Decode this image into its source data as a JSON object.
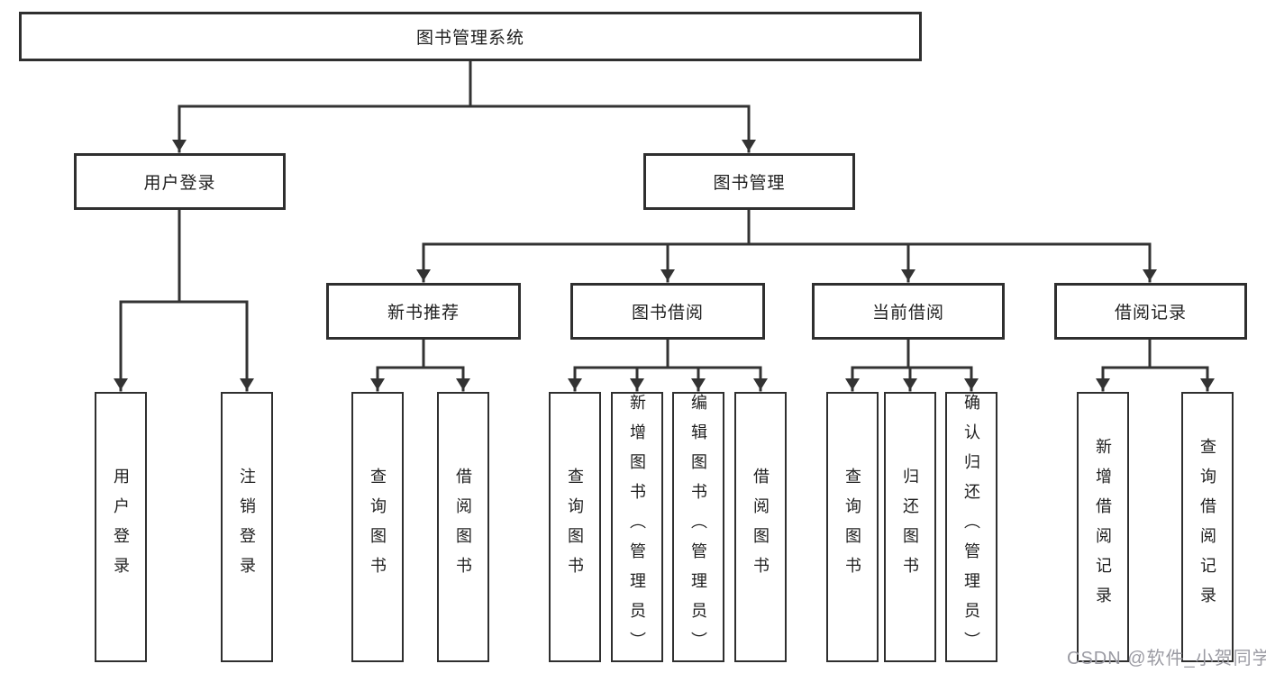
{
  "diagram_title": "图书管理系统",
  "nodes": {
    "root": {
      "label": "图书管理系统"
    },
    "user_login": {
      "label": "用户登录"
    },
    "book_management": {
      "label": "图书管理"
    },
    "new_book_recommend": {
      "label": "新书推荐"
    },
    "book_borrowing": {
      "label": "图书借阅"
    },
    "current_borrowing": {
      "label": "当前借阅"
    },
    "borrowing_records": {
      "label": "借阅记录"
    },
    "user_login_leaf": {
      "label": "用户登录"
    },
    "logout_leaf": {
      "label": "注销登录"
    },
    "recommend_query_books": {
      "label": "查询图书"
    },
    "recommend_borrow_books": {
      "label": "借阅图书"
    },
    "borrowing_query_books": {
      "label": "查询图书"
    },
    "borrowing_add_books": {
      "label": "新增图书（管理员）"
    },
    "borrowing_edit_books": {
      "label": "编辑图书（管理员）"
    },
    "borrowing_borrow_books": {
      "label": "借阅图书"
    },
    "current_query_books": {
      "label": "查询图书"
    },
    "current_return_books": {
      "label": "归还图书"
    },
    "current_confirm_return": {
      "label": "确认归还（管理员）"
    },
    "records_add_record": {
      "label": "新增借阅记录"
    },
    "records_query_record": {
      "label": "查询借阅记录"
    }
  },
  "edges": [
    [
      "图书管理系统",
      "用户登录"
    ],
    [
      "图书管理系统",
      "图书管理"
    ],
    [
      "用户登录",
      "用户登录"
    ],
    [
      "用户登录",
      "注销登录"
    ],
    [
      "图书管理",
      "新书推荐"
    ],
    [
      "图书管理",
      "图书借阅"
    ],
    [
      "图书管理",
      "当前借阅"
    ],
    [
      "图书管理",
      "借阅记录"
    ],
    [
      "新书推荐",
      "查询图书"
    ],
    [
      "新书推荐",
      "借阅图书"
    ],
    [
      "图书借阅",
      "查询图书"
    ],
    [
      "图书借阅",
      "新增图书（管理员）"
    ],
    [
      "图书借阅",
      "编辑图书（管理员）"
    ],
    [
      "图书借阅",
      "借阅图书"
    ],
    [
      "当前借阅",
      "查询图书"
    ],
    [
      "当前借阅",
      "归还图书"
    ],
    [
      "当前借阅",
      "确认归还（管理员）"
    ],
    [
      "借阅记录",
      "新增借阅记录"
    ],
    [
      "借阅记录",
      "查询借阅记录"
    ]
  ],
  "watermark": {
    "text": "CSDN @软件_小贺同学"
  },
  "colors": {
    "line": "#333333",
    "box_border": "#2f2f2f",
    "box_text": "#1f1f1f",
    "background": "#ffffff",
    "watermark": "#9b9ba3"
  }
}
